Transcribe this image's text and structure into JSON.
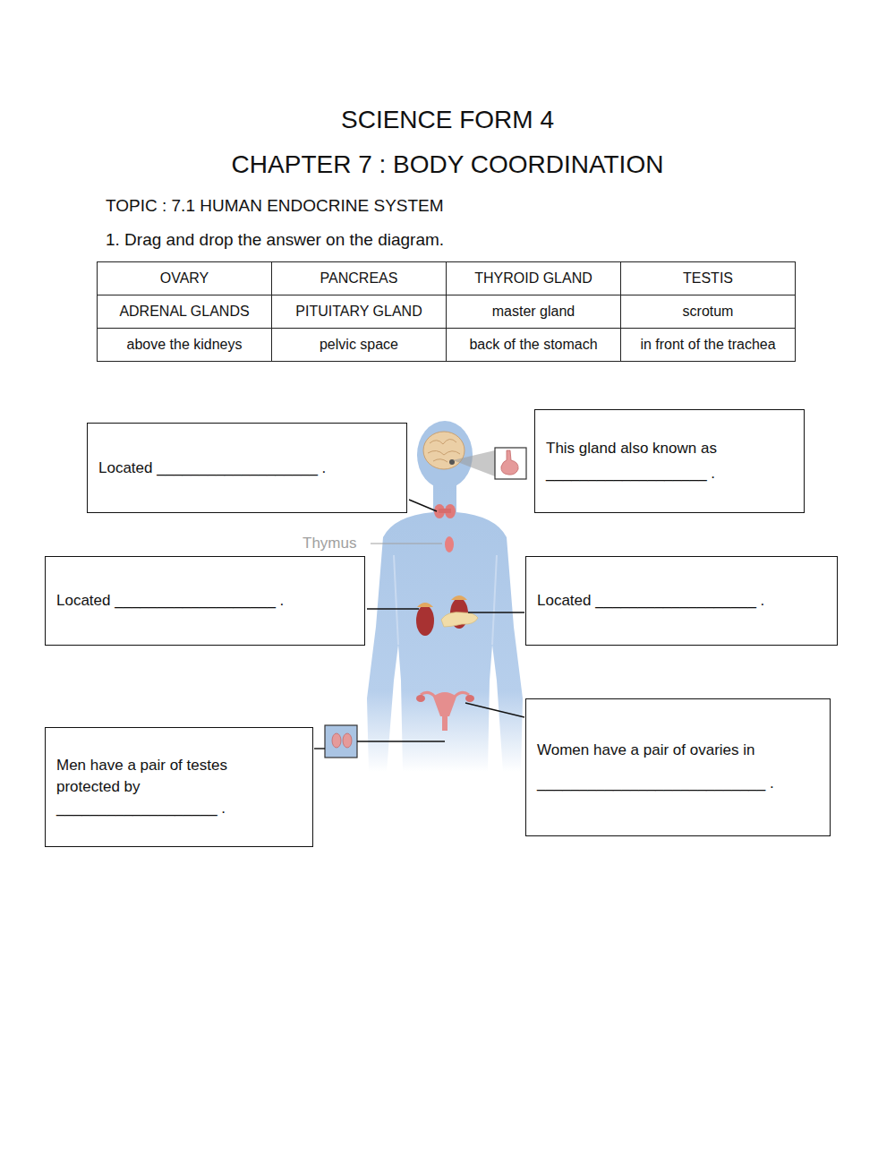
{
  "diagram": {
    "title": "SCIENCE FORM 4",
    "nodes": [
      {
        "text": [
          "Located ___________________ ."
        ]
      },
      {
        "text": [
          "This gland also known as ___________________ ."
        ]
      },
      {
        "text": [
          "Located ___________________ ."
        ]
      },
      {
        "text": [
          "Located ___________________ ."
        ]
      },
      {
        "text": [
          "Men have a pair of testes protected by ___________________ ."
        ]
      },
      {
        "text": [
          "Women have a pair of ovaries in ___________________________ ."
        ]
      }
    ],
    "labels": [
      "CHAPTER 7 : BODY COORDINATION",
      "TOPIC : 7.1 HUMAN ENDOCRINE SYSTEM",
      "1. Drag and drop the answer on the diagram.",
      "OVARY",
      "PANCREAS",
      "THYROID GLAND",
      "TESTIS",
      "ADRENAL GLANDS",
      "PITUITARY GLAND",
      "master gland",
      "scrotum",
      "above the kidneys",
      "pelvic space",
      "back of the stomach",
      "in front of the trachea",
      "Thymus"
    ]
  }
}
